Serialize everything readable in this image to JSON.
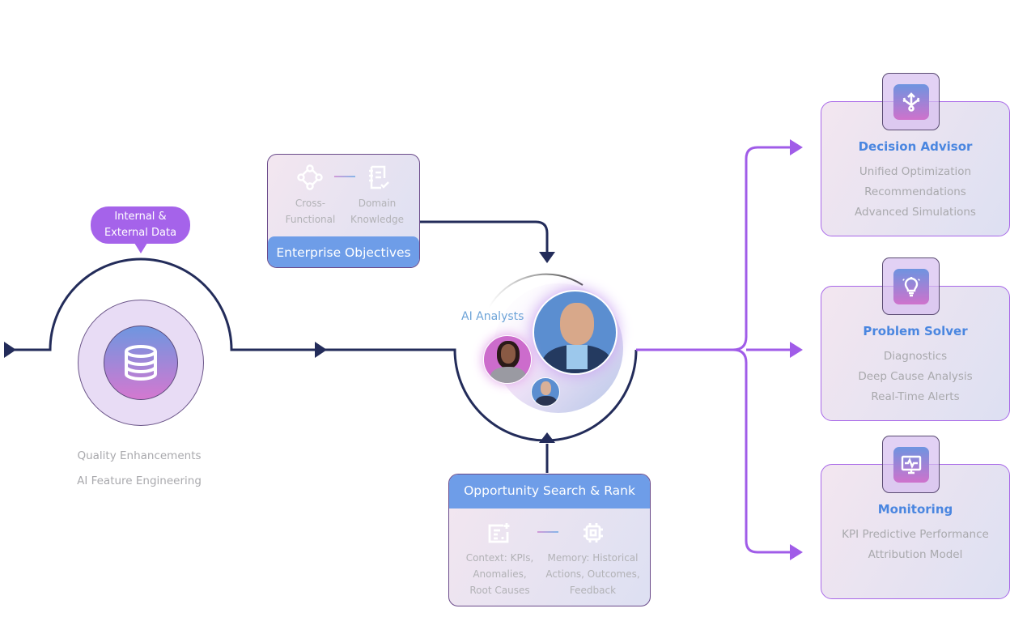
{
  "data_source": {
    "bubble_line1": "Internal &",
    "bubble_line2": "External Data",
    "icon": "database-icon"
  },
  "data_steps": [
    "Quality Enhancements",
    "AI Feature Engineering"
  ],
  "enterprise": {
    "title": "Enterprise Objectives",
    "items": [
      {
        "icon": "network-nodes-icon",
        "line1": "Cross-",
        "line2": "Functional"
      },
      {
        "icon": "notebook-check-icon",
        "line1": "Domain",
        "line2": "Knowledge"
      }
    ]
  },
  "analysts": {
    "label": "AI Analysts"
  },
  "opportunity": {
    "title": "Opportunity Search & Rank",
    "items": [
      {
        "icon": "context-card-icon",
        "lines": [
          "Context: KPIs,",
          "Anomalies,",
          "Root Causes"
        ]
      },
      {
        "icon": "chip-icon",
        "lines": [
          "Memory: Historical",
          "Actions, Outcomes,",
          "Feedback"
        ]
      }
    ]
  },
  "outputs": [
    {
      "title": "Decision Advisor",
      "icon": "split-arrows-icon",
      "lines": [
        "Unified Optimization",
        "Recommendations",
        "Advanced Simulations"
      ]
    },
    {
      "title": "Problem Solver",
      "icon": "lightbulb-icon",
      "lines": [
        "Diagnostics",
        "Deep Cause Analysis",
        "Real-Time Alerts"
      ]
    },
    {
      "title": "Monitoring",
      "icon": "monitor-pulse-icon",
      "lines": [
        "KPI Predictive Performance",
        "Attribution Model"
      ]
    }
  ],
  "colors": {
    "navy": "#232c5a",
    "purple": "#a05ce8",
    "blue": "#6e9de8",
    "title_blue": "#4a86e0"
  }
}
